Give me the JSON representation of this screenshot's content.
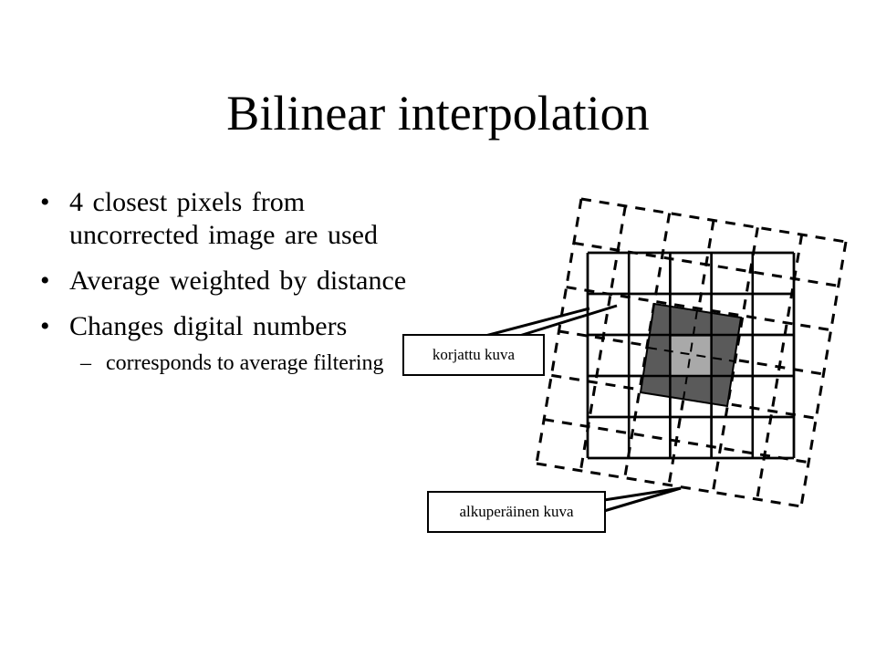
{
  "slide": {
    "title": "Bilinear interpolation",
    "bullets": [
      {
        "text": "4 closest pixels from uncorrected image are used"
      },
      {
        "text": "Average weighted by distance"
      },
      {
        "text": "Changes digital numbers"
      }
    ],
    "sub_bullets": [
      {
        "text": "corresponds to average filtering"
      }
    ],
    "bullet_glyph": "•",
    "sub_bullet_glyph": "–"
  },
  "diagram": {
    "callouts": {
      "corrected_label": "korjattu kuva",
      "original_label": "alkuperäinen kuva"
    },
    "colors": {
      "rotated_square": "#5a5a5a",
      "center_pixel": "#a9a9a9",
      "lines": "#000000"
    }
  }
}
